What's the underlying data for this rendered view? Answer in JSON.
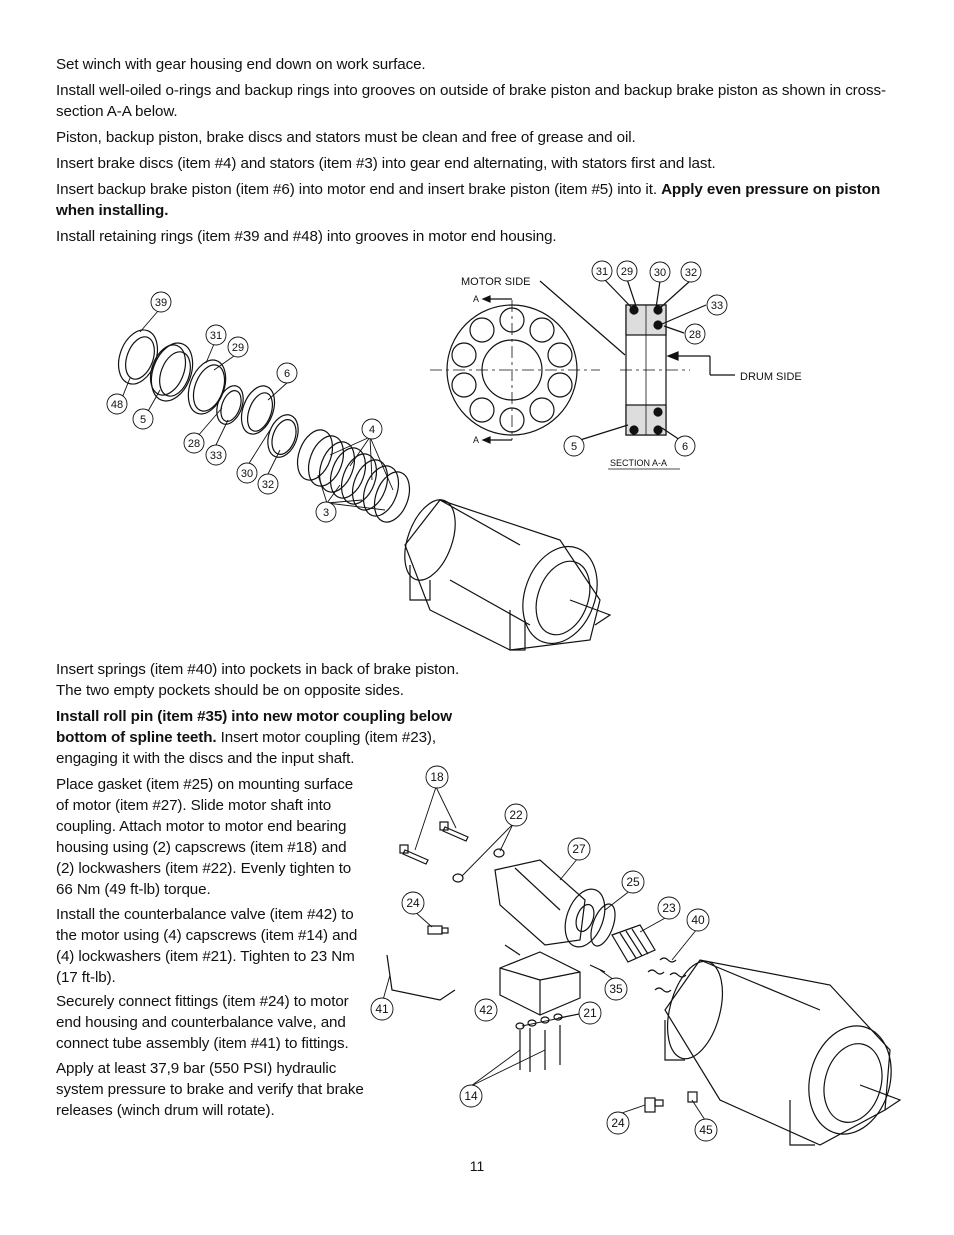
{
  "instructions_top": {
    "p1": "Set winch with gear housing end down on work surface.",
    "p2": "Install well-oiled o-rings and backup rings into grooves on outside of brake piston and backup brake piston as shown in cross-section A-A below.",
    "p3": "Piston, backup piston, brake discs and stators must be clean and free of grease and oil.",
    "p4": "Insert brake discs (item #4) and stators (item #3) into gear end alternating, with stators first and last.",
    "p5_text": "Insert backup brake piston (item #6) into motor end and insert brake piston (item #5) into it. ",
    "p5_bold": "Apply even pressure on piston when installing.",
    "p6": "Install retaining rings (item #39 and #48) into grooves in motor end housing."
  },
  "figure1": {
    "callouts": [
      "39",
      "31",
      "29",
      "6",
      "48",
      "5",
      "4",
      "28",
      "33",
      "30",
      "32",
      "3"
    ],
    "motor_side_label": "MOTOR SIDE",
    "drum_side_label": "DRUM SIDE",
    "section_label": "SECTION A-A",
    "section_marker": "A",
    "section_callouts": [
      "31",
      "29",
      "30",
      "32",
      "33",
      "28",
      "5",
      "6"
    ]
  },
  "instructions_bottom": {
    "p1": "Insert springs (item #40) into pockets in back of brake piston. The two empty pockets should be on opposite sides.",
    "p2_bold": "Install roll pin (item #35) into new motor coupling below bottom of spline teeth.",
    "p2_text": " Insert motor coupling (item #23), engaging it with the discs and the input shaft.",
    "p3": "Place gasket (item #25) on mounting surface of motor (item #27). Slide motor shaft into coupling. Attach motor to motor end bearing housing using (2) capscrews (item #18) and (2) lockwashers (item #22). Evenly tighten to 66 Nm (49 ft-lb) torque.",
    "p4": "Install the counterbalance valve (item #42) to the motor using (4) capscrews (item #14) and (4) lockwashers (item #21). Tighten to 23 Nm (17 ft-lb).",
    "p5": "Securely connect fittings (item #24) to motor end housing and counterbalance valve, and connect tube assembly (item #41) to fittings.",
    "p6": "Apply at least 37,9 bar (550 PSI) hydraulic system pressure to brake and verify that brake releases (winch drum will rotate)."
  },
  "figure2": {
    "callouts": [
      "18",
      "22",
      "27",
      "25",
      "23",
      "40",
      "24",
      "41",
      "42",
      "21",
      "35",
      "14",
      "24",
      "45"
    ]
  },
  "page_number": "11"
}
